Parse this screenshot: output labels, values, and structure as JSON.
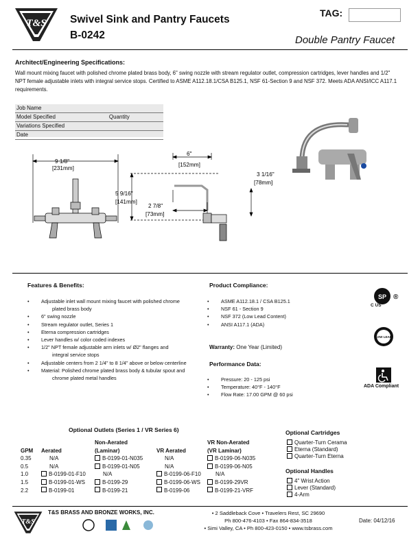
{
  "header": {
    "brand": "T&S",
    "title": "Swivel Sink and Pantry Faucets",
    "model": "B-0242",
    "tag_label": "TAG:",
    "subtitle": "Double Pantry Faucet"
  },
  "specs": {
    "heading": "Architect/Engineering Specifications:",
    "text": "Wall mount mixing faucet with polished chrome plated brass body, 6\" swing nozzle with stream regulator outlet, compression cartridges, lever handles and 1/2\" NPT female adjustable inlets with integral service stops. Certified to ASME A112.18.1/CSA B125.1, NSF 61-Section 9 and NSF 372.  Meets ADA ANSI/ICC A117.1 requirements."
  },
  "form": {
    "job_name": "Job Name",
    "model_specified": "Model Specified",
    "quantity": "Quantity",
    "variations_specified": "Variations Specified",
    "date": "Date"
  },
  "dimensions": {
    "width_in": "9 1/8\"",
    "width_mm": "231mm",
    "spout_in": "6\"",
    "spout_mm": "152mm",
    "height_in": "5 9/16\"",
    "height_mm": "141mm",
    "outlet_in": "2 7/8\"",
    "outlet_mm": "73mm",
    "depth_in": "3 1/16\"",
    "depth_mm": "78mm"
  },
  "features": {
    "heading": "Features & Benefits:",
    "items": [
      {
        "text": "Adjustable inlet wall mount mixing faucet with polished chrome",
        "sub": false
      },
      {
        "text": "plated brass body",
        "sub": true
      },
      {
        "text": "6\" swing nozzle",
        "sub": false
      },
      {
        "text": "Stream regulator outlet, Series 1",
        "sub": false
      },
      {
        "text": "Eterna compression cartridges",
        "sub": false
      },
      {
        "text": "Lever handles w/ color coded indexes",
        "sub": false
      },
      {
        "text": "1/2\" NPT female adjustable arm inlets w/ Ø2\" flanges and",
        "sub": false
      },
      {
        "text": "integral service stops",
        "sub": true
      },
      {
        "text": "Adjustable centers from 2 1/4\" to 8 1/4\" above or below centerline",
        "sub": false
      },
      {
        "text": "Material: Polished chrome plated brass body & tubular spout and",
        "sub": false
      },
      {
        "text": "chrome plated metal handles",
        "sub": true
      }
    ]
  },
  "compliance": {
    "heading": "Product Compliance:",
    "items": [
      "ASME A112.18.1 / CSA B125.1",
      "NSF 61 - Section 9",
      "NSF 372 (Low Lead Content)",
      "ANSI A117.1 (ADA)"
    ],
    "warranty_label": "Warranty:",
    "warranty_value": "One Year (Limited)",
    "cert_csa": "C US",
    "cert_lowlead": "LOW LEAD",
    "ada_label": "ADA Compliant"
  },
  "performance": {
    "heading": "Performance Data:",
    "items": [
      "Pressure: 20 - 125 psi",
      "Temperature: 40°F - 140°F",
      "Flow Rate:   17.00 GPM @ 60 psi"
    ]
  },
  "optional_outlets": {
    "title": "Optional Outlets (Series 1 / VR Series 6)",
    "headers": {
      "gpm": "GPM",
      "aerated": "Aerated",
      "non_aerated_1": "Non-Aerated",
      "non_aerated_2": "(Laminar)",
      "vr_aerated": "VR Aerated",
      "vr_non_aerated_1": "VR Non-Aerated",
      "vr_non_aerated_2": "(VR Laminar)"
    },
    "rows": [
      {
        "gpm": "0.35",
        "aerated": "N/A",
        "aerated_chk": false,
        "laminar": "B-0199-01-N035",
        "laminar_chk": true,
        "vr_aerated": "N/A",
        "vr_aerated_chk": false,
        "vr_laminar": "B-0199-06-N035",
        "vr_laminar_chk": true
      },
      {
        "gpm": "0.5",
        "aerated": "N/A",
        "aerated_chk": false,
        "laminar": "B-0199-01-N05",
        "laminar_chk": true,
        "vr_aerated": "N/A",
        "vr_aerated_chk": false,
        "vr_laminar": "B-0199-06-N05",
        "vr_laminar_chk": true
      },
      {
        "gpm": "1.0",
        "aerated": "B-0199-01-F10",
        "aerated_chk": true,
        "laminar": "N/A",
        "laminar_chk": false,
        "vr_aerated": "B-0199-06-F10",
        "vr_aerated_chk": true,
        "vr_laminar": "N/A",
        "vr_laminar_chk": false
      },
      {
        "gpm": "1.5",
        "aerated": "B-0199-01-WS",
        "aerated_chk": true,
        "laminar": "B-0199-29",
        "laminar_chk": true,
        "vr_aerated": "B-0199-06-WS",
        "vr_aerated_chk": true,
        "vr_laminar": "B-0199-29VR",
        "vr_laminar_chk": true
      },
      {
        "gpm": "2.2",
        "aerated": "B-0199-01",
        "aerated_chk": true,
        "laminar": "B-0199-21",
        "laminar_chk": true,
        "vr_aerated": "B-0199-06",
        "vr_aerated_chk": true,
        "vr_laminar": "B-0199-21-VRF",
        "vr_laminar_chk": true
      }
    ]
  },
  "optional_cartridges": {
    "heading": "Optional Cartridges",
    "items": [
      "Quarter-Turn Cerama",
      "Eterna (Standard)",
      "Quarter-Turn Eterna"
    ]
  },
  "optional_handles": {
    "heading": "Optional Handles",
    "items": [
      "4\" Wrist Action",
      "Lever (Standard)",
      "4-Arm"
    ]
  },
  "footer": {
    "company": "T&S BRASS AND BRONZE WORKS, INC.",
    "addr1": "• 2 Saddleback Cove • Travelers Rest, SC 29690",
    "addr2": "Ph 800-476-4103 • Fax 864-834-3518",
    "addr3": "• Simi Valley, CA • Ph 800-423-0150 • www.tsbrass.com",
    "date": "Date: 04/12/16"
  }
}
